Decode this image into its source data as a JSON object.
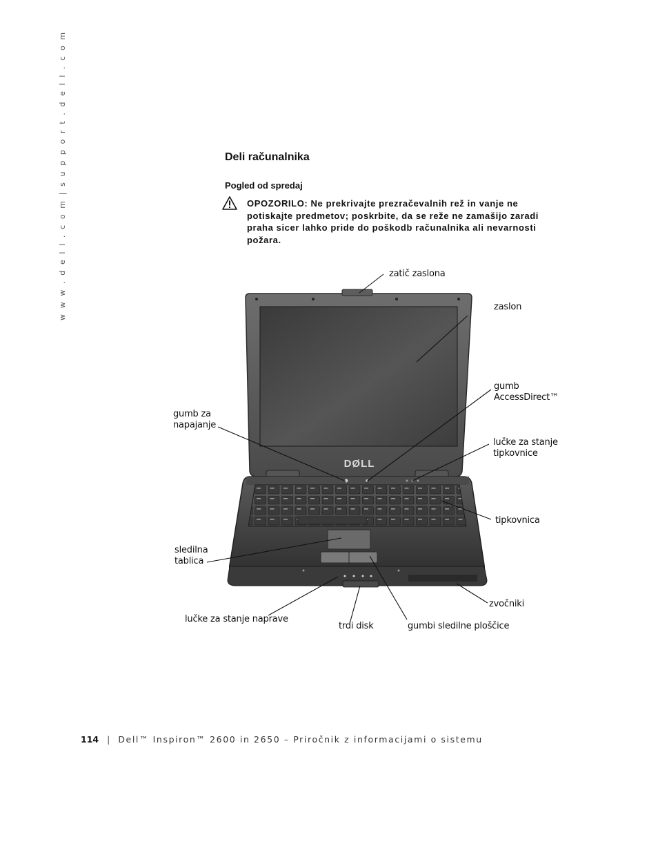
{
  "sidebar": {
    "url_text": "w w w . d e l l . c o m   |   s u p p o r t . d e l l . c o m"
  },
  "section": {
    "title": "Deli računalnika",
    "subtitle": "Pogled od spredaj"
  },
  "warning": {
    "icon": "warning-triangle-icon",
    "text": "OPOZORILO: Ne prekrivajte prezračevalnih rež in vanje ne potiskajte predmetov; poskrbite, da se reže ne zamašijo zaradi praha sicer lahko pride do poškodb računalnika ali nevarnosti požara."
  },
  "figure": {
    "logo_text": "DØLL",
    "callouts": {
      "display_latch": "zatič zaslona",
      "display": "zaslon",
      "accessdirect_1": "gumb",
      "accessdirect_2": "AccessDirect™",
      "power_1": "gumb za",
      "power_2": "napajanje",
      "kb_lights_1": "lučke za stanje",
      "kb_lights_2": "tipkovnice",
      "keyboard": "tipkovnica",
      "touchpad_1": "sledilna",
      "touchpad_2": "tablica",
      "speakers": "zvočniki",
      "device_lights": "lučke za stanje naprave",
      "hard_drive": "trdi disk",
      "touchpad_buttons": "gumbi sledilne ploščice"
    }
  },
  "footer": {
    "page_number": "114",
    "separator": "|",
    "manual_title": "Dell™ Inspiron™ 2600 in 2650 – Priročnik z informacijami o sistemu"
  }
}
